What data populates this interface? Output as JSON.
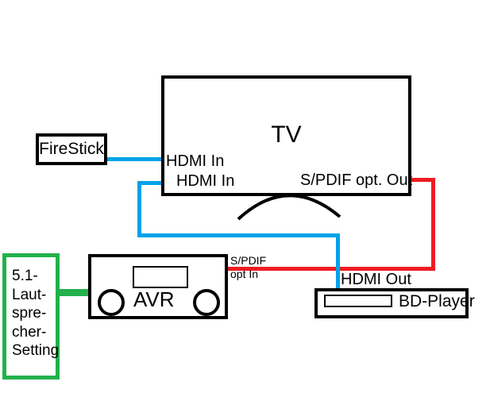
{
  "diagram": {
    "tv": {
      "title": "TV",
      "port_hdmi_in_1": "HDMI In",
      "port_hdmi_in_2": "HDMI In",
      "port_spdif_out": "S/PDIF opt. Out"
    },
    "firestick": {
      "label": "FireStick"
    },
    "avr": {
      "label": "AVR",
      "port_spdif_in_line1": "S/PDIF",
      "port_spdif_in_line2": "opt In"
    },
    "bd_player": {
      "label": "BD-Player",
      "port_hdmi_out": "HDMI Out"
    },
    "speaker_setting": {
      "lines": [
        "5.1-",
        "Laut-",
        "spre-",
        "cher-",
        "Setting"
      ]
    },
    "colors": {
      "hdmi_cable": "#00A2E8",
      "spdif_cable": "#ED1C24",
      "speaker_cable": "#22B14C",
      "outline": "#000000"
    }
  }
}
